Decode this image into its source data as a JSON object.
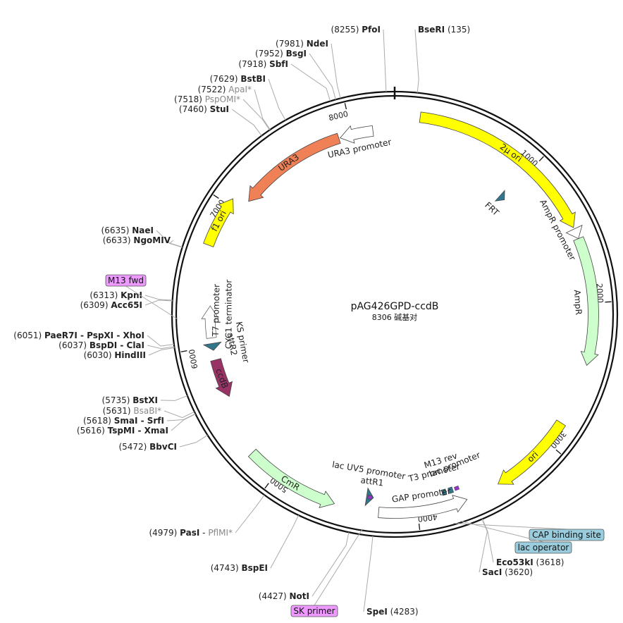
{
  "map": {
    "name": "pAG426GPD-ccdB",
    "length_text": "8306 碱基对",
    "total_bp": 8306
  },
  "ticks": [
    {
      "bp": 1000,
      "label": "1000"
    },
    {
      "bp": 2000,
      "label": "2000"
    },
    {
      "bp": 3000,
      "label": "3000"
    },
    {
      "bp": 4000,
      "label": "4000"
    },
    {
      "bp": 5000,
      "label": "5000"
    },
    {
      "bp": 6000,
      "label": "6000"
    },
    {
      "bp": 7000,
      "label": "7000"
    },
    {
      "bp": 8000,
      "label": "8000"
    }
  ],
  "features": [
    {
      "name": "2μ ori",
      "start": 170,
      "end": 1480,
      "ring": "r1",
      "color": "#ffff00",
      "dir": 1,
      "label_mode": "inside"
    },
    {
      "name": "AmpR promoter",
      "start": 1490,
      "end": 1560,
      "ring": "r1",
      "color": "#ffffff",
      "dir": 1,
      "label_mode": "outside-radial"
    },
    {
      "name": "AmpR",
      "start": 1560,
      "end": 2420,
      "ring": "r1",
      "color": "#ccffcc",
      "dir": 1,
      "label_mode": "inside-side"
    },
    {
      "name": "ori",
      "start": 2840,
      "end": 3430,
      "ring": "r1",
      "color": "#ffff00",
      "dir": 1,
      "label_mode": "inside"
    },
    {
      "name": "GAP promoter",
      "start": 3660,
      "end": 4260,
      "ring": "r1",
      "color": "#ffffff",
      "dir": -1,
      "label_mode": "outside"
    },
    {
      "name": "CmR",
      "start": 4560,
      "end": 5210,
      "ring": "r1",
      "color": "#ccffcc",
      "dir": -1,
      "label_mode": "inside"
    },
    {
      "name": "ccdB",
      "start": 5620,
      "end": 5900,
      "ring": "r2",
      "color": "#993366",
      "dir": -1,
      "label_mode": "inside-white"
    },
    {
      "name": "attR2",
      "start": 5970,
      "end": 6020,
      "ring": "r2",
      "color": "#33778f",
      "dir": -1,
      "label_mode": "none"
    },
    {
      "name": "f1 ori",
      "start": 6700,
      "end": 7050,
      "ring": "r1",
      "color": "#ffff00",
      "dir": 1,
      "label_mode": "inside"
    },
    {
      "name": "URA3",
      "start": 7100,
      "end": 7900,
      "ring": "r2",
      "color": "#f08055",
      "dir": -1,
      "label_mode": "inside"
    },
    {
      "name": "URA3 promoter",
      "start": 7910,
      "end": 8150,
      "ring": "r2",
      "color": "#ffffff",
      "dir": -1,
      "label_mode": "outside"
    },
    {
      "name": "FRT",
      "start": 960,
      "end": 1010,
      "ring": "r3",
      "color": "#33778f",
      "dir": 1,
      "label_mode": "outside"
    },
    {
      "name": "attR1",
      "start": 4305,
      "end": 4355,
      "ring": "r2",
      "color": "#33778f",
      "dir": -1,
      "label_mode": "none"
    }
  ],
  "feature_texts": [
    {
      "text": "KS primer"
    },
    {
      "text": "attR2"
    },
    {
      "text": "CYC1 terminator"
    },
    {
      "text": "T7 promoter"
    },
    {
      "text": "lac UV5 promoter"
    },
    {
      "text": "attR1"
    },
    {
      "text": "T3 promoter"
    },
    {
      "text": "M13 rev"
    },
    {
      "text": "lac promoter"
    }
  ],
  "sites": [
    {
      "name": "BseRI",
      "pos": "(135)",
      "side": "right",
      "star": false
    },
    {
      "name": "PfoI",
      "pos": "(8255)",
      "side": "left",
      "star": false
    },
    {
      "name": "NdeI",
      "pos": "(7981)",
      "side": "left",
      "star": false
    },
    {
      "name": "BsgI",
      "pos": "(7952)",
      "side": "left",
      "star": false
    },
    {
      "name": "SbfI",
      "pos": "(7918)",
      "side": "left",
      "star": false
    },
    {
      "name": "BstBI",
      "pos": "(7629)",
      "side": "left",
      "star": false
    },
    {
      "name": "ApaI",
      "pos": "(7522)",
      "side": "left",
      "star": true
    },
    {
      "name": "PspOMI",
      "pos": "(7518)",
      "side": "left",
      "star": true
    },
    {
      "name": "StuI",
      "pos": "(7460)",
      "side": "left",
      "star": false
    },
    {
      "name": "NaeI",
      "pos": "(6635)",
      "side": "left",
      "star": false
    },
    {
      "name": "NgoMIV",
      "pos": "(6633)",
      "side": "left",
      "star": false
    },
    {
      "name": "KpnI",
      "pos": "(6313)",
      "side": "left",
      "star": false
    },
    {
      "name": "Acc65I",
      "pos": "(6309)",
      "side": "left",
      "star": false
    },
    {
      "name": "PaeR7I - PspXI - XhoI",
      "pos": "(6051)",
      "side": "left",
      "star": false
    },
    {
      "name": "BspDI - ClaI",
      "pos": "(6037)",
      "side": "left",
      "star": false
    },
    {
      "name": "HindIII",
      "pos": "(6030)",
      "side": "left",
      "star": false
    },
    {
      "name": "BstXI",
      "pos": "(5735)",
      "side": "left",
      "star": false
    },
    {
      "name": "BsaBI",
      "pos": "(5631)",
      "side": "left",
      "star": true
    },
    {
      "name": "SmaI - SrfI",
      "pos": "(5618)",
      "side": "left",
      "star": false
    },
    {
      "name": "TspMI - XmaI",
      "pos": "(5616)",
      "side": "left",
      "star": false
    },
    {
      "name": "BbvCI",
      "pos": "(5472)",
      "side": "left",
      "star": false
    },
    {
      "name": "PasI",
      "pos": "(4979)",
      "side": "left",
      "star": false,
      "extra": "PflMI"
    },
    {
      "name": "BspEI",
      "pos": "(4743)",
      "side": "left",
      "star": false
    },
    {
      "name": "NotI",
      "pos": "(4427)",
      "side": "left",
      "star": false
    },
    {
      "name": "SpeI",
      "pos": "(4283)",
      "side": "right",
      "star": false
    },
    {
      "name": "Eco53kI",
      "pos": "(3618)",
      "side": "right",
      "star": false
    },
    {
      "name": "SacI",
      "pos": "(3620)",
      "side": "right",
      "star": false
    }
  ],
  "boxed_labels": [
    {
      "text": "M13 fwd",
      "color": "#ee99ff"
    },
    {
      "text": "SK primer",
      "color": "#ee99ff"
    },
    {
      "text": "CAP binding site",
      "color": "#99ccdd"
    },
    {
      "text": "lac operator",
      "color": "#99ccdd"
    }
  ]
}
